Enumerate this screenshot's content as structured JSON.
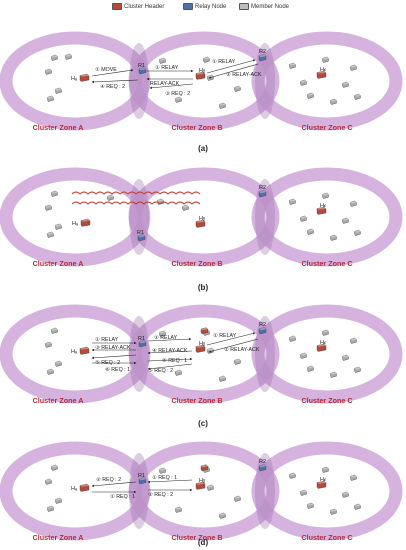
{
  "legend": {
    "cluster_header": "Cluster Header",
    "relay_node": "Relay Node",
    "member_node": "Member Node"
  },
  "colors": {
    "zone_ring": "#cfa5d8",
    "zone_overlap": "#9b6fae",
    "zone_label": "#b52a3c",
    "header_node": "#b34a3c",
    "relay_node": "#4f6fa8",
    "member_node": "#a8a8a8",
    "wave": "#c0392b"
  },
  "zone_labels": [
    "Cluster Zone A",
    "Cluster Zone B",
    "Cluster Zone C"
  ],
  "panels": [
    {
      "label": "(a)",
      "node_labels": [
        "Hₐ",
        "Hᵦ",
        "H𝒸",
        "R1",
        "R2"
      ],
      "messages": [
        "① MOVE",
        "④ REQ : 2",
        "① RELAY",
        "RELAY-ACK",
        "③ REQ : 2",
        "① RELAY",
        "② RELAY-ACK"
      ]
    },
    {
      "label": "(b)",
      "node_labels": [
        "Hₐ",
        "Hᵦ",
        "H𝒸",
        "R1",
        "R2"
      ],
      "messages": []
    },
    {
      "label": "(c)",
      "node_labels": [
        "Hₐ",
        "Hᵦ",
        "H𝒸",
        "R1",
        "R2"
      ],
      "messages": [
        "① RELAY",
        "③ RELAY-ACK",
        "⑤ REQ : 2",
        "⑥ REQ : 1",
        "② RELAY",
        "④ RELAY-ACK",
        "⑥ REQ : 1",
        "⑤ REQ : 2",
        "① RELAY",
        "② RELAY-ACK"
      ]
    },
    {
      "label": "(d)",
      "node_labels": [
        "Hₐ",
        "Hᵦ",
        "H𝒸",
        "R1",
        "R2"
      ],
      "messages": [
        "② REQ : 2",
        "① REQ : 1",
        "① REQ : 1",
        "② REQ : 2"
      ]
    }
  ]
}
